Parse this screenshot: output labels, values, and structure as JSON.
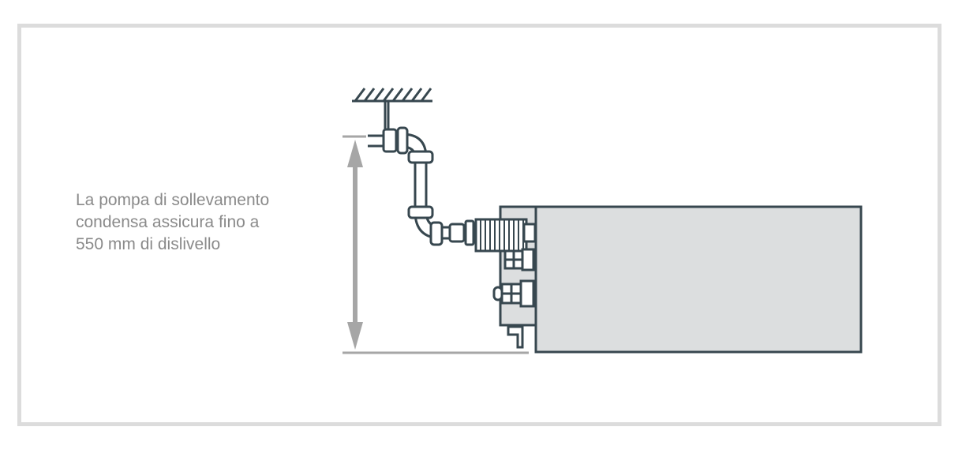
{
  "caption": {
    "lines": [
      "La pompa di sollevamento",
      "condensa assicura fino a",
      "550 mm di dislivello"
    ]
  },
  "colors": {
    "frame_border": "#dcdcdc",
    "outline": "#37474f",
    "unit_fill": "#dcdedf",
    "dimension": "#a6a6a6",
    "caption_text": "#8a8a8a"
  },
  "icons": {
    "ceiling": "hatched-ceiling-icon",
    "pipe": "condensate-pipe-icon",
    "pump": "condensate-pump-icon",
    "unit": "fan-coil-unit-icon",
    "dimension": "double-arrow-dimension-icon"
  }
}
